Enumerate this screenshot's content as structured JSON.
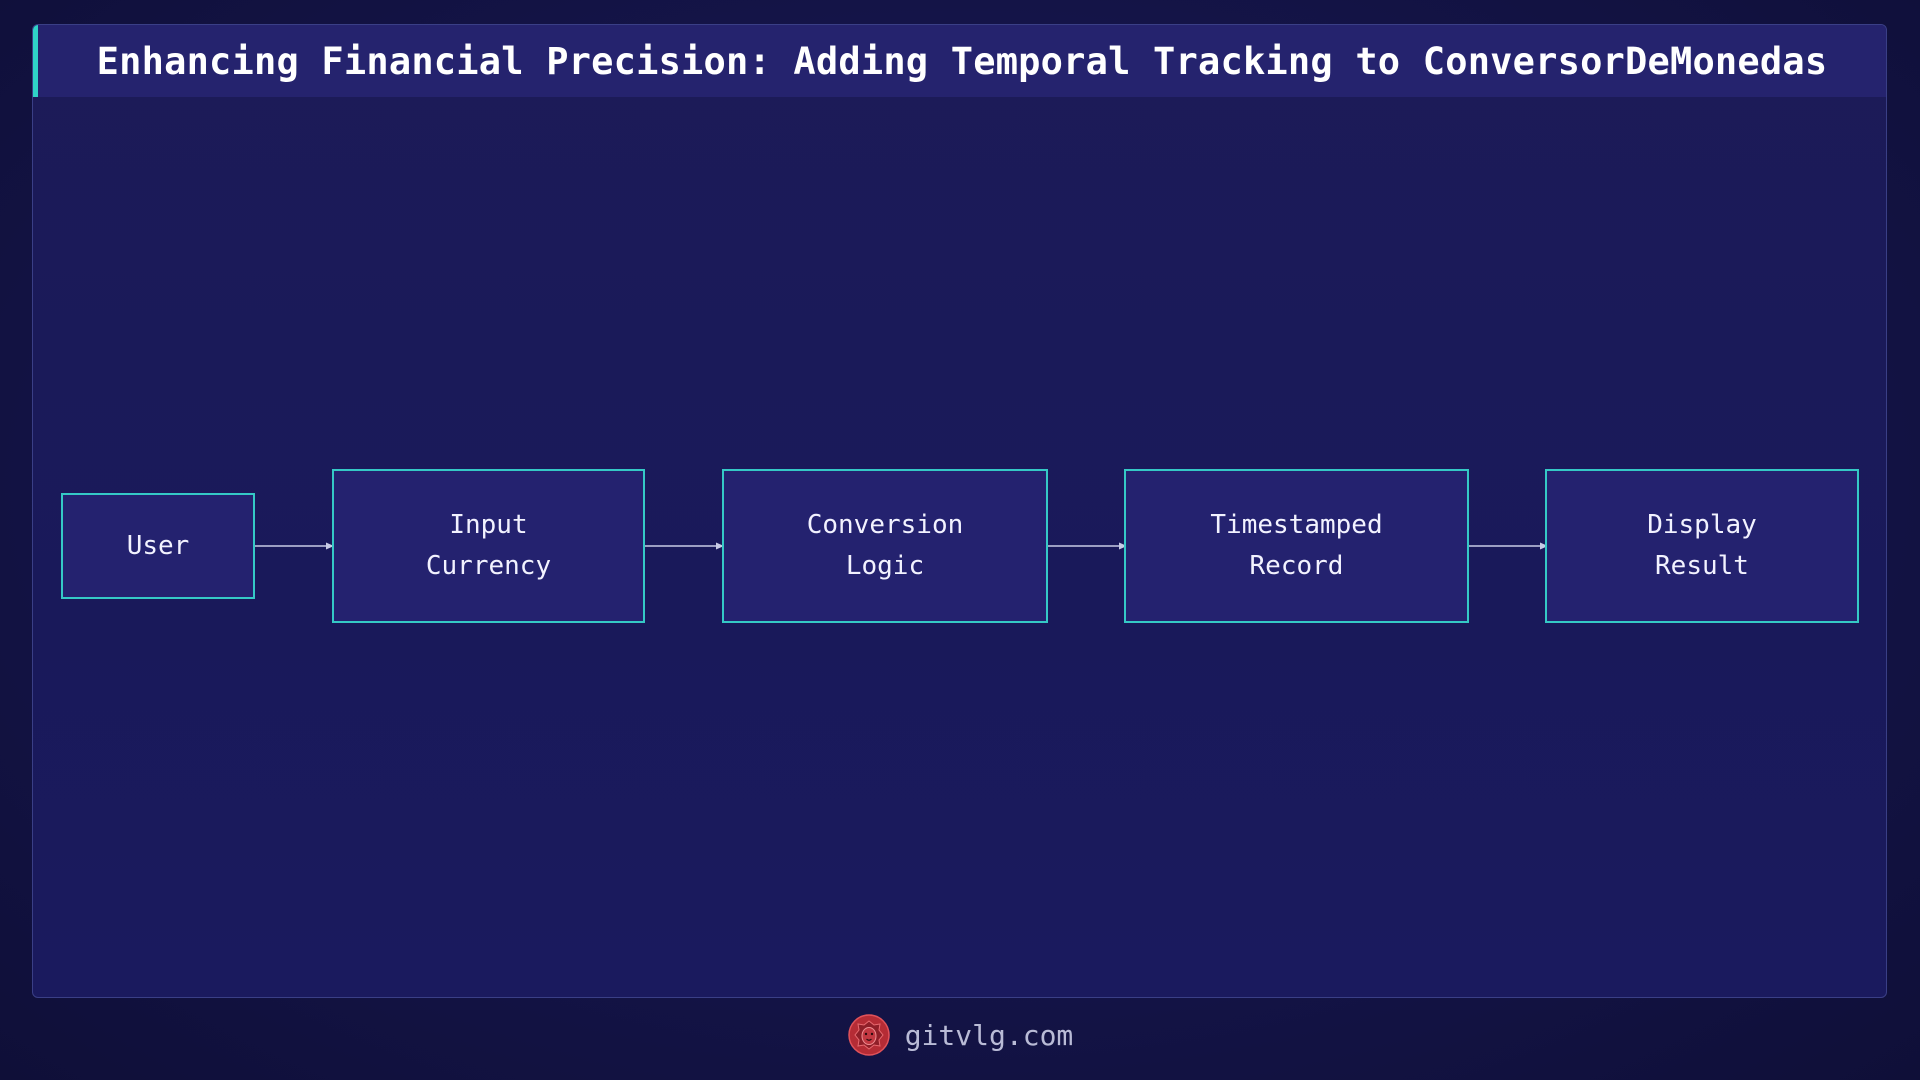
{
  "title": "Enhancing Financial Precision: Adding Temporal Tracking to ConversorDeMonedas",
  "diagram": {
    "nodes": [
      {
        "id": "user",
        "label": "User"
      },
      {
        "id": "input-currency",
        "label": "Input\nCurrency"
      },
      {
        "id": "conversion-logic",
        "label": "Conversion\nLogic"
      },
      {
        "id": "timestamped-record",
        "label": "Timestamped\nRecord"
      },
      {
        "id": "display-result",
        "label": "Display\nResult"
      }
    ],
    "edges": [
      {
        "from": "user",
        "to": "input-currency"
      },
      {
        "from": "input-currency",
        "to": "conversion-logic"
      },
      {
        "from": "conversion-logic",
        "to": "timestamped-record"
      },
      {
        "from": "timestamped-record",
        "to": "display-result"
      }
    ]
  },
  "footer": {
    "site": "gitvlg.com",
    "logo_icon": "lion-head-icon"
  },
  "colors": {
    "background": "#141448",
    "title_bar": "#25236e",
    "accent": "#2fd3c7",
    "node_fill": "#24226f",
    "node_border": "#35c9c6",
    "arrow": "#c8cbe6",
    "logo": "#c0313a"
  }
}
